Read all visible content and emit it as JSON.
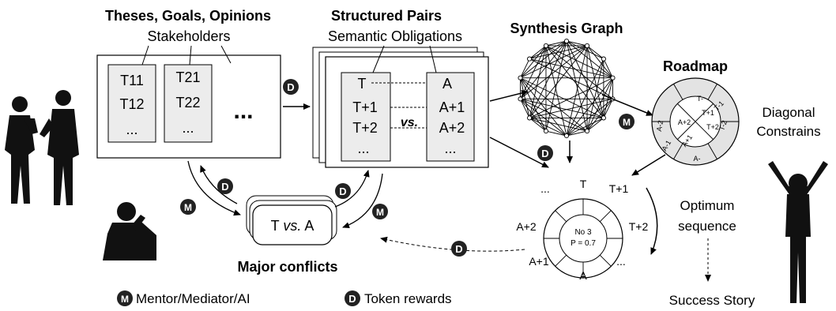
{
  "stakeholders": {
    "title": "Theses, Goals, Opinions",
    "subtitle": "Stakeholders",
    "col1": [
      "T11",
      "T12",
      "..."
    ],
    "col2": [
      "T21",
      "T22",
      "..."
    ],
    "more": "..."
  },
  "pairs": {
    "title": "Structured Pairs",
    "subtitle": "Semantic Obligations",
    "left": [
      "T",
      "T+1",
      "T+2",
      "..."
    ],
    "right": [
      "A",
      "A+1",
      "A+2",
      "..."
    ],
    "vs": "vs."
  },
  "graph": {
    "title": "Synthesis Graph"
  },
  "roadmap": {
    "title": "Roadmap",
    "side_label_line1": "Diagonal",
    "side_label_line2": "Constrains",
    "outer": [
      "T-",
      "T-1",
      "T-2",
      "A-",
      "A-1",
      "A-2"
    ],
    "inner": [
      "T+1",
      "T+2",
      "A+1",
      "A+2"
    ]
  },
  "sequence": {
    "center_line1": "No 3",
    "center_line2": "P = 0.7",
    "labels": [
      "T",
      "T+1",
      "T+2",
      "...",
      "A",
      "A+1",
      "A+2",
      "..."
    ],
    "optimum_line1": "Optimum",
    "optimum_line2": "sequence",
    "success": "Success Story"
  },
  "conflicts": {
    "card_t": "T",
    "card_vs": "vs.",
    "card_a": "A",
    "title": "Major conflicts"
  },
  "badges": {
    "m": "M",
    "d": "D"
  },
  "legend": {
    "m_label": "Mentor/Mediator/AI",
    "d_label": "Token rewards"
  }
}
